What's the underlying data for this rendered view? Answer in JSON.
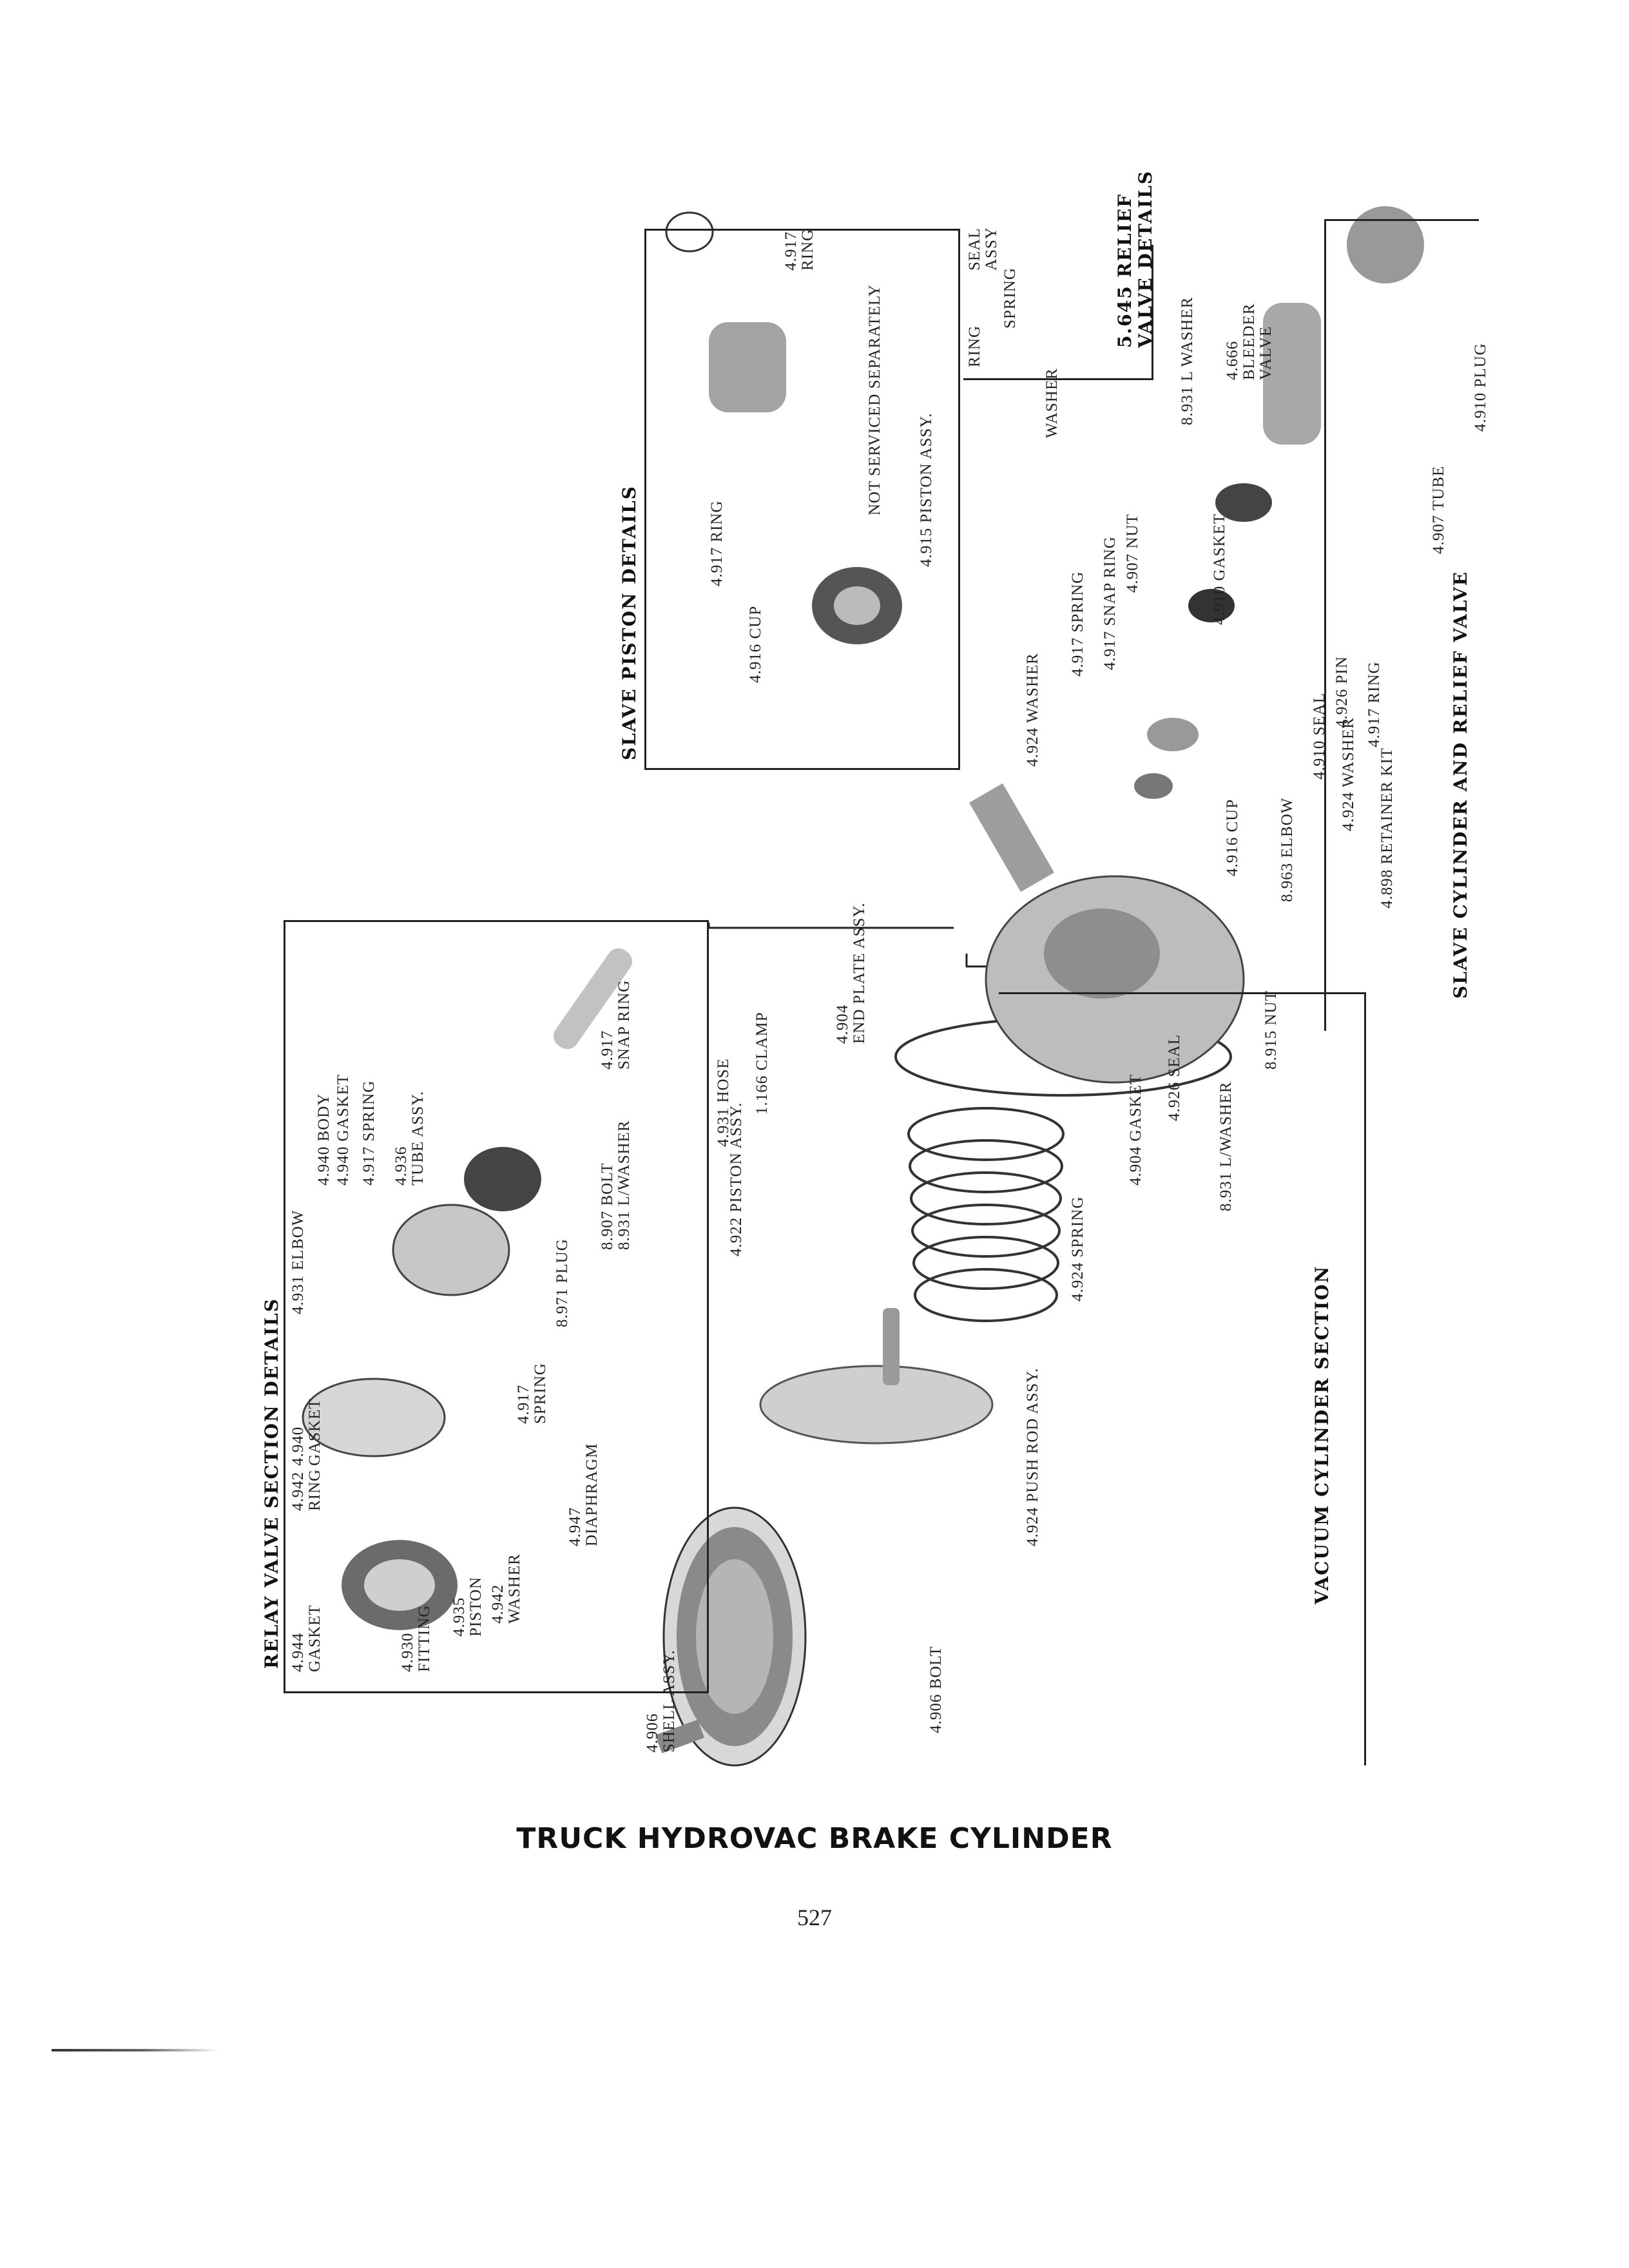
{
  "title": "TRUCK HYDROVAC BRAKE CYLINDER",
  "page_number": "527",
  "sections": {
    "relay": "RELAY VALVE SECTION DETAILS",
    "slave_piston": "SLAVE PISTON DETAILS",
    "relief": "5.645 RELIEF\nVALVE DETAILS",
    "slave_cylinder": "SLAVE CYLINDER AND RELIEF VALVE",
    "vacuum": "VACUUM CYLINDER SECTION"
  },
  "labels": {
    "relay_4944": "4.944\nGASKET",
    "relay_4942_ring": "4.942\nRING",
    "relay_4940_gasket_a": "4.940\nGASKET",
    "relay_4931_elbow": "4.931 ELBOW",
    "relay_4940_body": "4.940 BODY",
    "relay_4940_gasket_b": "4.940 GASKET",
    "relay_4917_spring_a": "4.917 SPRING",
    "relay_4936_tube": "4.936\nTUBE ASSY.",
    "relay_4930": "4.930\nFITTING",
    "relay_4935": "4.935\nPISTON",
    "relay_4942_washer": "4.942\nWASHER",
    "relay_4947": "4.947\nDIAPHRAGM",
    "relay_4917_spring_b": "4.917\nSPRING",
    "relay_8971": "8.971 PLUG",
    "relay_8907": "8.907 BOLT\n8.931 L/WASHER",
    "relay_4917_snap": "4.917\nSNAP RING",
    "slave_4917_ring_top": "4.917\nRING",
    "slave_not_serviced": "NOT SERVICED SEPARATELY",
    "slave_4917_ring": "4.917 RING",
    "slave_4915": "4.915 PISTON ASSY.",
    "slave_4916_cup": "4.916 CUP",
    "relief_seal": "SEAL\nASSY",
    "relief_spring": "SPRING",
    "relief_ring": "RING",
    "relief_washer": "WASHER",
    "sc_8931_washer": "8.931 L WASHER",
    "sc_4666": "4.666\nBLEEDER\nVALVE",
    "sc_4910_plug": "4.910 PLUG",
    "sc_4910_gasket": "4.910 GASKET",
    "sc_4907_tube": "4.907 TUBE",
    "sc_4926_pin": "4.926 PIN",
    "sc_4917_ring": "4.917 RING",
    "sc_4907_nut": "4.907 NUT",
    "sc_4917_snap": "4.917 SNAP RING",
    "sc_4917_spring": "4.917 SPRING",
    "sc_4910_seal": "4.910 SEAL",
    "sc_4924_washer_a": "4.924 WASHER",
    "sc_4924_washer_b": "4.924 WASHER",
    "sc_4898": "4.898 RETAINER KIT",
    "sc_4916_cup": "4.916 CUP",
    "sc_4904_end": "4.904\nEND PLATE ASSY.",
    "sc_8963": "8.963 ELBOW",
    "vc_4931_hose": "4.931 HOSE",
    "vc_1166": "1.166 CLAMP",
    "vc_4922": "4.922 PISTON ASSY.",
    "vc_4926_seal": "4.926 SEAL",
    "vc_8915": "8.915 NUT",
    "vc_8931": "8.931 L/WASHER",
    "vc_4904_gasket": "4.904 GASKET",
    "vc_4924_spring": "4.924 SPRING",
    "vc_4924_rod": "4.924 PUSH ROD ASSY.",
    "vc_4906_shell": "4.906\nSHELL ASSY.",
    "vc_4906_bolt": "4.906 BOLT"
  }
}
